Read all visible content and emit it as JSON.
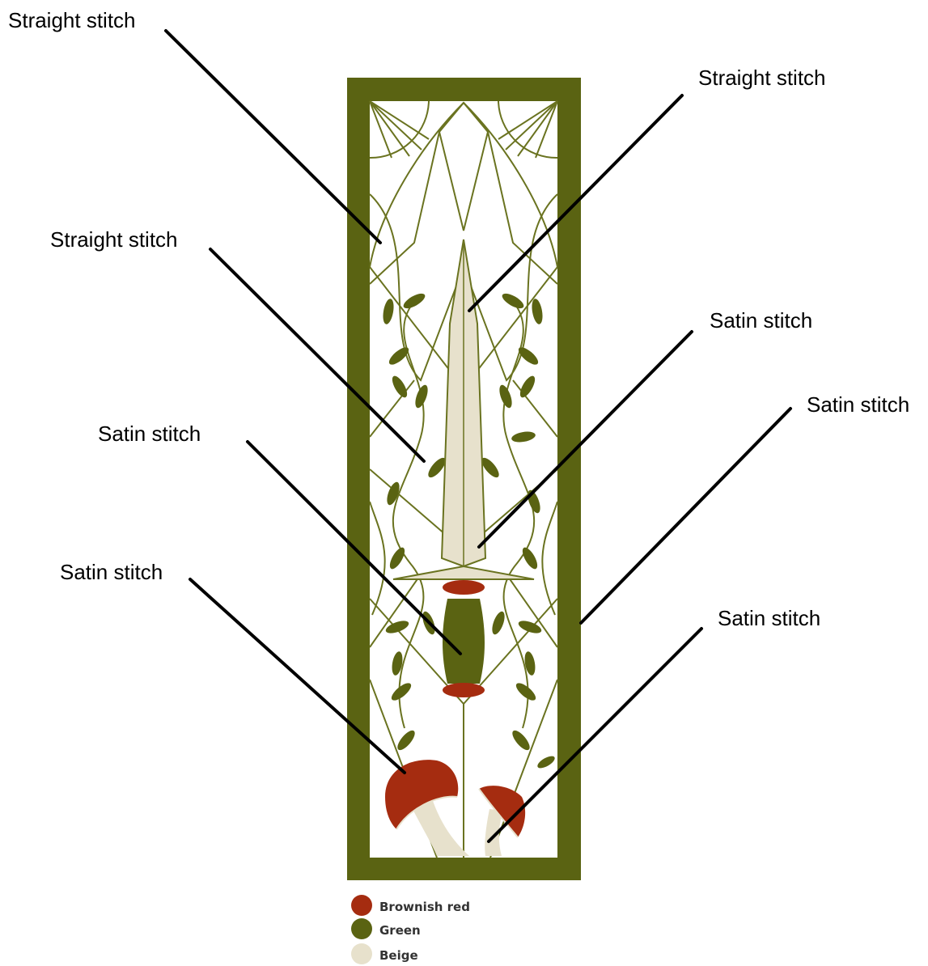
{
  "colors": {
    "frame_green": "#5a6312",
    "line_green": "#6a7320",
    "brownish_red": "#a52c10",
    "beige": "#e7e1cc",
    "background": "#ffffff",
    "callout_line": "#000000"
  },
  "callouts": [
    {
      "id": "c1",
      "label": "Straight stitch"
    },
    {
      "id": "c2",
      "label": "Straight stitch"
    },
    {
      "id": "c3",
      "label": "Straight stitch"
    },
    {
      "id": "c4",
      "label": "Satin stitch"
    },
    {
      "id": "c5",
      "label": "Satin stitch"
    },
    {
      "id": "c6",
      "label": "Satin stitch"
    },
    {
      "id": "c7",
      "label": "Satin stitch"
    },
    {
      "id": "c8",
      "label": "Satin stitch"
    }
  ],
  "legend": [
    {
      "label": "Brownish red",
      "color": "#a52c10"
    },
    {
      "label": "Green",
      "color": "#5a6312"
    },
    {
      "label": "Beige",
      "color": "#e7e1cc"
    }
  ]
}
